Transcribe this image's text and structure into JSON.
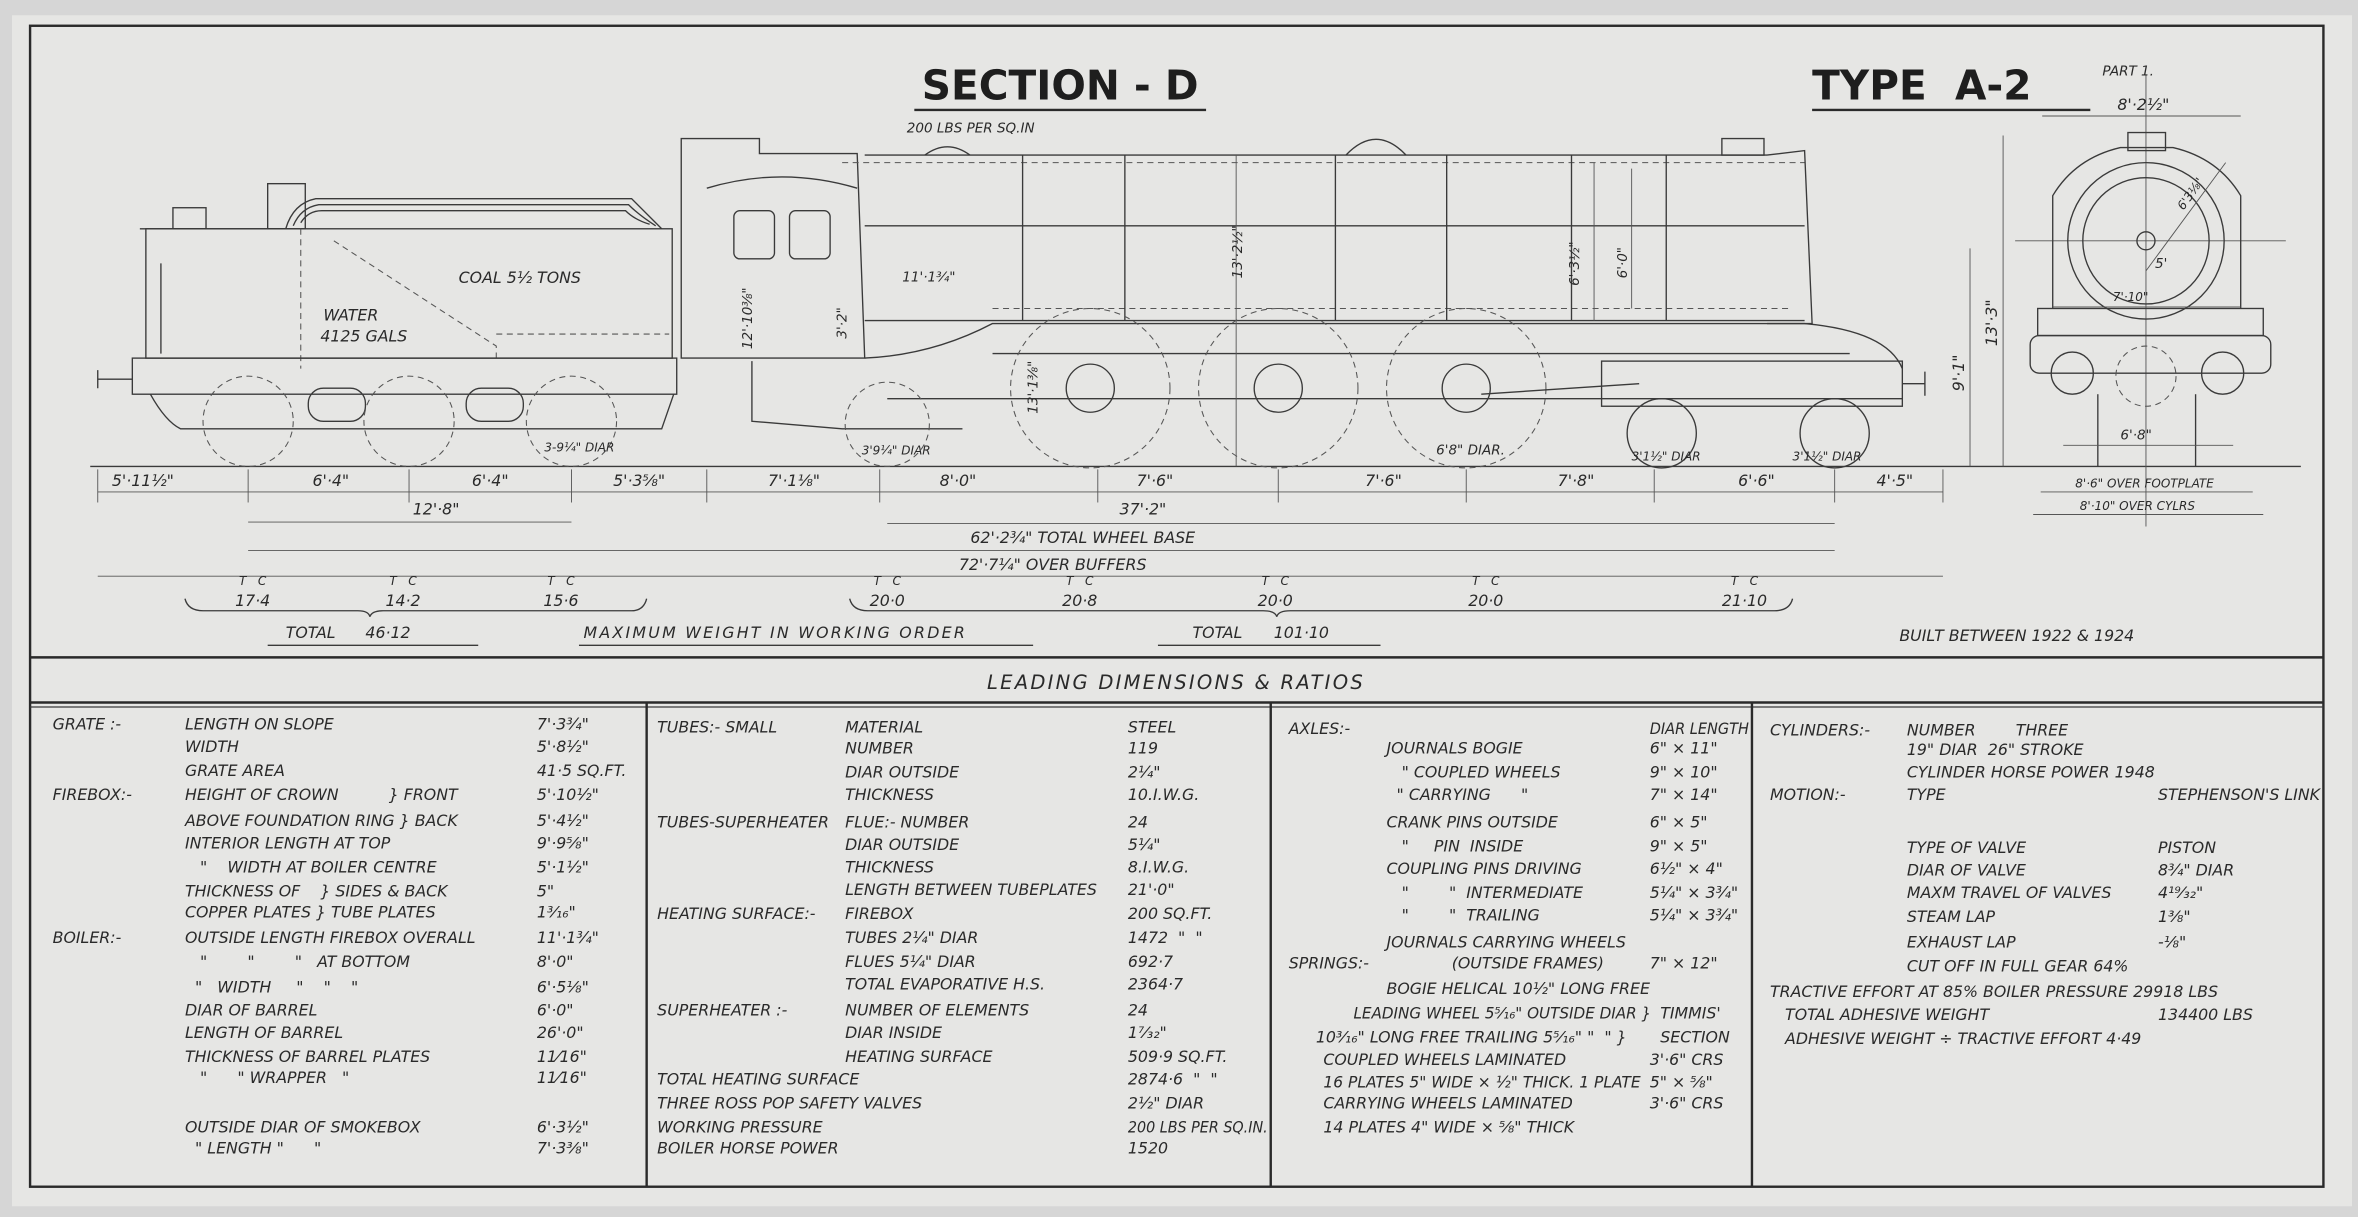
{
  "header": {
    "section": "SECTION - D",
    "type": "TYPE  A-2",
    "part": "PART 1."
  },
  "drawing_notes": {
    "pressure": "200 LBS PER SQ.IN",
    "coal": "COAL 5½ TONS",
    "water_1": "WATER",
    "water_2": "4125 GALS",
    "tender_wheels": "3-9¼\" DIAR",
    "trailing_wheel": "3'9¼\" DIAR",
    "coupled_wheels": "6'8\" DIAR.",
    "bogie_wheel_1": "3'1½\" DIAR",
    "bogie_wheel_2": "3'1½\" DIAR",
    "cab_length": "11'·1¾\"",
    "cab_height": "12'·10⅜\"",
    "firebox_height": "3'·2\"",
    "wheel_height": "13'·1⅜\"",
    "boiler_height": "13'·2½\"",
    "boiler_dia_outer": "6'·3½\"",
    "boiler_dia_inner": "6'·0\"",
    "height_centre": "9'·1\"",
    "height_total": "13'·3\"",
    "front_width_top": "8'·2½\"",
    "front_smokebox": "5'",
    "front_diag": "6'3⅛\"",
    "front_width_mid": "7'·10\"",
    "front_gauge": "6'·8\"",
    "over_footplate": "8'·6\" OVER FOOTPLATE",
    "over_cylinders": "8'·10\" OVER CYLRS"
  },
  "dimensions": {
    "spacing": [
      "5'·11½\"",
      "6'·4\"",
      "6'·4\"",
      "5'·3⅝\"",
      "7'·1⅛\"",
      "8'·0\"",
      "7'·6\"",
      "7'·6\"",
      "7'·8\"",
      "6'·6\"",
      "4'·5\""
    ],
    "tender_base": "12'·8\"",
    "engine_base": "37'·2\"",
    "total_wheel_base": "62'·2¾\" TOTAL WHEEL BASE",
    "over_buffers": "72'·7¼\" OVER BUFFERS"
  },
  "weights": {
    "unit_tons": "T",
    "unit_cwt": "C",
    "axles": [
      "17·4",
      "14·2",
      "15·6",
      "20·0",
      "20·8",
      "20·0",
      "20·0",
      "21·10"
    ],
    "tender_total_label": "TOTAL",
    "tender_total": "46·12",
    "caption": "MAXIMUM WEIGHT IN WORKING ORDER",
    "engine_total_label": "TOTAL",
    "engine_total": "101·10",
    "built": "BUILT BETWEEN 1922 & 1924"
  },
  "table": {
    "heading": "LEADING DIMENSIONS & RATIOS",
    "columns": [
      {
        "rows": [
          {
            "c": "GRATE :-",
            "l": "LENGTH ON SLOPE",
            "v": "7'·3¾\""
          },
          {
            "c": "",
            "l": "WIDTH",
            "v": "5'·8½\""
          },
          {
            "c": "",
            "l": "GRATE AREA",
            "v": "41·5 SQ.FT."
          },
          {
            "c": "FIREBOX:-",
            "l": "HEIGHT OF CROWN          } FRONT",
            "v": "5'·10½\""
          },
          {
            "c": "",
            "l": "ABOVE FOUNDATION RING } BACK",
            "v": "5'·4½\""
          },
          {
            "c": "",
            "l": "INTERIOR LENGTH AT TOP",
            "v": "9'·9⅝\""
          },
          {
            "c": "",
            "l": "   \"    WIDTH AT BOILER CENTRE",
            "v": "5'·1½\""
          },
          {
            "c": "",
            "l": "THICKNESS OF    } SIDES & BACK",
            "v": "5\""
          },
          {
            "c": "",
            "l": "COPPER PLATES } TUBE PLATES",
            "v": "1³⁄₁₆\""
          },
          {
            "c": "BOILER:-",
            "l": "OUTSIDE LENGTH FIREBOX OVERALL",
            "v": "11'·1¾\""
          },
          {
            "c": "",
            "l": "   \"        \"        \"   AT BOTTOM",
            "v": "8'·0\""
          },
          {
            "c": "",
            "l": "  \"   WIDTH     \"    \"    \"",
            "v": "6'·5⅛\""
          },
          {
            "c": "",
            "l": "DIAR OF BARREL",
            "v": "6'·0\""
          },
          {
            "c": "",
            "l": "LENGTH OF BARREL",
            "v": "26'·0\""
          },
          {
            "c": "",
            "l": "THICKNESS OF BARREL PLATES",
            "v": "11⁄16\""
          },
          {
            "c": "",
            "l": "   \"      \" WRAPPER   \"",
            "v": "11⁄16\""
          },
          {
            "c": "",
            "l": "OUTSIDE DIAR OF SMOKEBOX",
            "v": "6'·3½\""
          },
          {
            "c": "",
            "l": "  \" LENGTH \"      \"",
            "v": "7'·3⅜\""
          }
        ]
      },
      {
        "rows": [
          {
            "c": "TUBES:- SMALL",
            "l": "MATERIAL",
            "v": "STEEL"
          },
          {
            "c": "",
            "l": "NUMBER",
            "v": "119"
          },
          {
            "c": "",
            "l": "DIAR OUTSIDE",
            "v": "2¼\""
          },
          {
            "c": "",
            "l": "THICKNESS",
            "v": "10.I.W.G."
          },
          {
            "c": "TUBES-SUPERHEATER",
            "l": "FLUE:- NUMBER",
            "v": "24"
          },
          {
            "c": "",
            "l": "DIAR OUTSIDE",
            "v": "5¼\""
          },
          {
            "c": "",
            "l": "THICKNESS",
            "v": "8.I.W.G."
          },
          {
            "c": "",
            "l": "LENGTH BETWEEN TUBEPLATES",
            "v": "21'·0\""
          },
          {
            "c": "HEATING SURFACE:-",
            "l": "FIREBOX",
            "v": "200 SQ.FT."
          },
          {
            "c": "",
            "l": "TUBES 2¼\" DIAR",
            "v": "1472  \"  \""
          },
          {
            "c": "",
            "l": "FLUES 5¼\" DIAR",
            "v": "692·7"
          },
          {
            "c": "",
            "l": "TOTAL EVAPORATIVE H.S.",
            "v": "2364·7"
          },
          {
            "c": "SUPERHEATER :-",
            "l": "NUMBER OF ELEMENTS",
            "v": "24"
          },
          {
            "c": "",
            "l": "DIAR INSIDE",
            "v": "1⁷⁄₃₂\""
          },
          {
            "c": "",
            "l": "HEATING SURFACE",
            "v": "509·9 SQ.FT."
          },
          {
            "c": "TOTAL HEATING SURFACE",
            "l": "",
            "v": "2874·6  \"  \""
          },
          {
            "c": "THREE ROSS POP SAFETY VALVES",
            "l": "",
            "v": "2½\" DIAR"
          },
          {
            "c": "WORKING PRESSURE",
            "l": "",
            "v": "200 LBS PER SQ.IN."
          },
          {
            "c": "BOILER HORSE POWER",
            "l": "",
            "v": "1520"
          }
        ]
      },
      {
        "rows": [
          {
            "c": "AXLES:-",
            "l": "",
            "v": "DIAR LENGTH"
          },
          {
            "c": "",
            "l": "JOURNALS BOGIE",
            "v": "6\" × 11\""
          },
          {
            "c": "",
            "l": "   \" COUPLED WHEELS",
            "v": "9\" × 10\""
          },
          {
            "c": "",
            "l": "  \" CARRYING      \"",
            "v": "7\" × 14\""
          },
          {
            "c": "",
            "l": "CRANK PINS OUTSIDE",
            "v": "6\" × 5\""
          },
          {
            "c": "",
            "l": "   \"     PIN  INSIDE",
            "v": "9\" × 5\""
          },
          {
            "c": "",
            "l": "COUPLING PINS DRIVING",
            "v": "6½\" × 4\""
          },
          {
            "c": "",
            "l": "   \"        \"  INTERMEDIATE",
            "v": "5¼\" × 3¾\""
          },
          {
            "c": "",
            "l": "   \"        \"  TRAILING",
            "v": "5¼\" × 3¾\""
          },
          {
            "c": "",
            "l": "JOURNALS CARRYING WHEELS",
            "v": ""
          },
          {
            "c": "SPRINGS:-",
            "l": "             (OUTSIDE FRAMES)",
            "v": "7\" × 12\""
          },
          {
            "c": "",
            "l": "BOGIE HELICAL 10½\" LONG FREE",
            "v": ""
          },
          {
            "c": "",
            "l": "LEADING WHEEL 5⁵⁄₁₆\" OUTSIDE DIAR }",
            "v": "TIMMIS'"
          },
          {
            "c": "",
            "l": "10³⁄₁₆\" LONG FREE TRAILING 5⁵⁄₁₆\" \"  \" }",
            "v": "SECTION"
          },
          {
            "c": "",
            "l": "COUPLED WHEELS LAMINATED",
            "v": "3'·6\" CRS"
          },
          {
            "c": "",
            "l": "16 PLATES 5\" WIDE × ½\" THICK. 1 PLATE",
            "v": "5\" × ⅝\""
          },
          {
            "c": "",
            "l": "CARRYING WHEELS LAMINATED",
            "v": "3'·6\" CRS"
          },
          {
            "c": "",
            "l": "14 PLATES 4\" WIDE × ⅝\" THICK",
            "v": ""
          }
        ]
      },
      {
        "rows": [
          {
            "c": "CYLINDERS:-",
            "l": "NUMBER        THREE",
            "v": ""
          },
          {
            "c": "",
            "l": "19\" DIAR  26\" STROKE",
            "v": ""
          },
          {
            "c": "",
            "l": "CYLINDER HORSE POWER 1948",
            "v": ""
          },
          {
            "c": "MOTION:-",
            "l": "TYPE",
            "v": "STEPHENSON'S LINK"
          },
          {
            "c": "",
            "l": "TYPE OF VALVE",
            "v": "PISTON"
          },
          {
            "c": "",
            "l": "DIAR OF VALVE",
            "v": "8¾\" DIAR"
          },
          {
            "c": "",
            "l": "MAXM TRAVEL OF VALVES",
            "v": "4¹⁹⁄₃₂\""
          },
          {
            "c": "",
            "l": "STEAM LAP",
            "v": "1⅜\""
          },
          {
            "c": "",
            "l": "EXHAUST LAP",
            "v": "-⅛\""
          },
          {
            "c": "",
            "l": "CUT OFF IN FULL GEAR 64%",
            "v": ""
          },
          {
            "c": "TRACTIVE EFFORT AT 85% BOILER PRESSURE 29918 LBS",
            "l": "",
            "v": ""
          },
          {
            "c": "   TOTAL ADHESIVE WEIGHT",
            "l": "",
            "v": "134400 LBS"
          },
          {
            "c": "   ADHESIVE WEIGHT ÷ TRACTIVE EFFORT 4·49",
            "l": "",
            "v": ""
          }
        ]
      }
    ]
  },
  "colors": {
    "paper": "#e6e6e4",
    "ink": "#2a2a2a"
  }
}
